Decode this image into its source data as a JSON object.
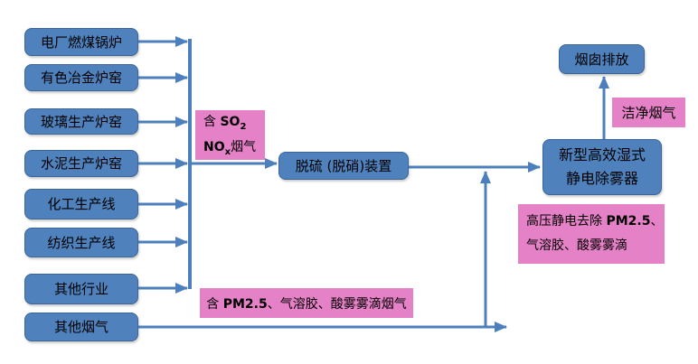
{
  "colors": {
    "box_fill": "#4F81BD",
    "box_border": "#3C6498",
    "arrow": "#4C7FBC",
    "label_pink": "#E581C6",
    "text": "#000000"
  },
  "diagram": {
    "sources": [
      {
        "label": "电厂燃煤锅炉"
      },
      {
        "label": "有色冶金炉窑"
      },
      {
        "label": "玻璃生产炉窑"
      },
      {
        "label": "水泥生产炉窑"
      },
      {
        "label": "化工生产线"
      },
      {
        "label": "纺织生产线"
      },
      {
        "label": "其他行业"
      },
      {
        "label": "其他烟气"
      }
    ],
    "process_box": {
      "label": "脱硫 (脱硝)装置"
    },
    "precipitator_box": {
      "line1": "新型高效湿式",
      "line2": "静电除雾器"
    },
    "stack_box": {
      "label": "烟囱排放"
    },
    "labels": {
      "so2_nox": {
        "line1_prefix": "含 ",
        "line1_formula": "SO",
        "line1_sub": "2",
        "line2_formula": "NO",
        "line2_sub": "x",
        "line2_suffix": "烟气"
      },
      "pm_flue": {
        "prefix": "含 ",
        "pm": "PM2.5",
        "suffix": "、气溶胶、酸雾雾滴烟气"
      },
      "hv_removal": {
        "line1_prefix": "高压静电去除 ",
        "line1_pm": "PM2.5",
        "line1_suffix": "、",
        "line2": "气溶胶、酸雾雾滴"
      },
      "clean_gas": {
        "label": "洁净烟气"
      }
    }
  }
}
